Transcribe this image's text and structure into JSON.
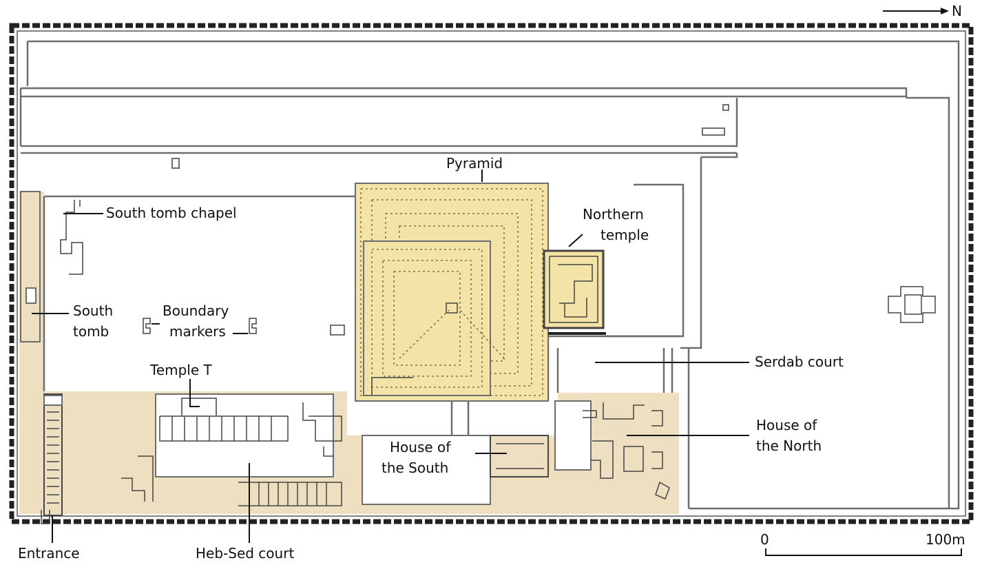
{
  "compass": {
    "north_label": "N"
  },
  "scale": {
    "zero": "0",
    "max": "100m"
  },
  "labels": {
    "pyramid": "Pyramid",
    "south_tomb_chapel": "South tomb chapel",
    "northern_temple_1": "Northern",
    "northern_temple_2": "temple",
    "south_tomb_1": "South",
    "south_tomb_2": "tomb",
    "boundary_markers_1": "Boundary",
    "boundary_markers_2": "markers",
    "temple_t": "Temple T",
    "serdab_court": "Serdab court",
    "house_of_the_north_1": "House of",
    "house_of_the_north_2": "the North",
    "house_of_the_south_1": "House of",
    "house_of_the_south_2": "the South",
    "entrance": "Entrance",
    "heb_sed_court": "Heb-Sed court"
  },
  "colors": {
    "court_fill": "#eedfc0",
    "pyramid_fill": "#f3e3a6",
    "wall": "#6d6d6d",
    "enclosure_wall": "#222222"
  }
}
